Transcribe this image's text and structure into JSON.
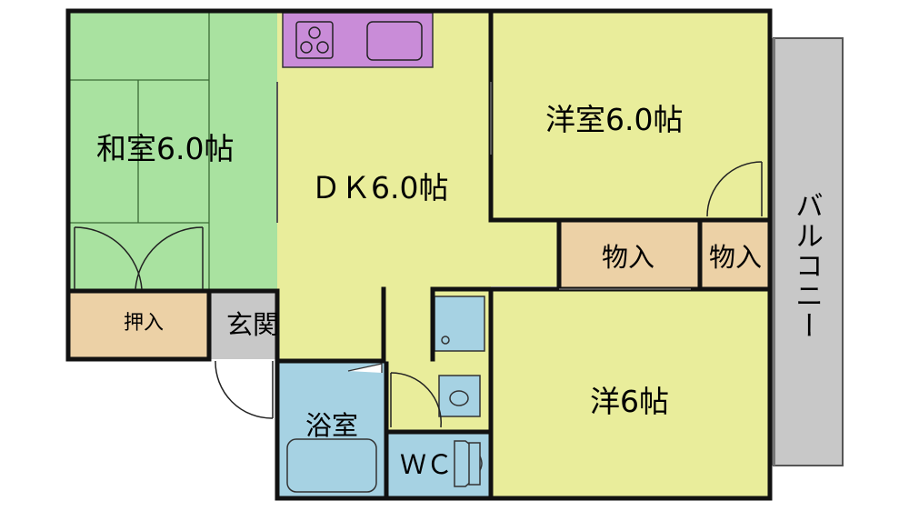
{
  "colors": {
    "wall": "#111111",
    "tatami": "#a9e2a0",
    "western": "#e9ed9b",
    "storage": "#ecd1a6",
    "entrance": "#c8c8c8",
    "bath": "#a6d2e3",
    "kitchen": "#c98cd8",
    "balcony": "#c8c8c8"
  },
  "rooms": {
    "washitsu": "和室6.0帖",
    "dk": "ＤＫ6.0帖",
    "yoshitsu_top": "洋室6.0帖",
    "yoshitsu_bottom": "洋6帖",
    "oshiire": "押入",
    "genkan": "玄関",
    "storage_1": "物入",
    "storage_2": "物入",
    "bath": "浴室",
    "wc": "ＷＣ",
    "balcony": "バルコニー"
  },
  "icons": [
    "stove-icon",
    "sink-icon",
    "washing-machine-icon",
    "washbasin-icon",
    "bathtub-icon",
    "toilet-icon"
  ]
}
